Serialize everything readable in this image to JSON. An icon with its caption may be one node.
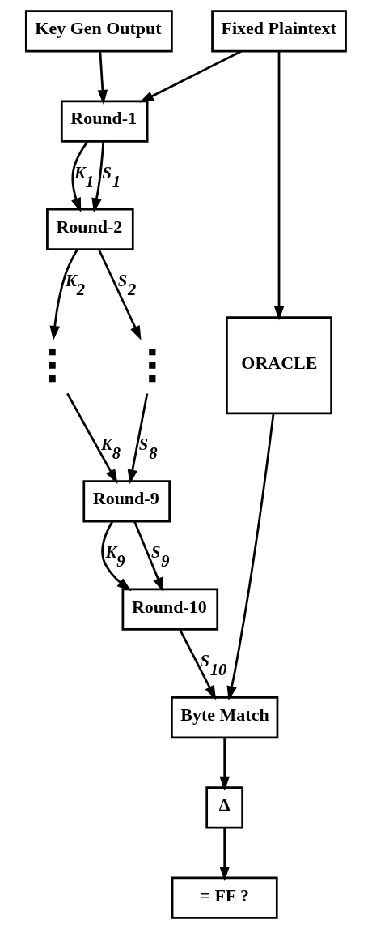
{
  "diagram": {
    "nodes": [
      {
        "text": [
          "Key Gen Output"
        ]
      },
      {
        "text": [
          "Fixed Plaintext"
        ]
      },
      {
        "text": [
          "Round-1"
        ]
      },
      {
        "text": [
          "Round-2"
        ]
      },
      {
        "text": [],
        "shape": "dots"
      },
      {
        "text": [],
        "shape": "dots"
      },
      {
        "text": [
          "ORACLE"
        ]
      },
      {
        "text": [
          "Round-9"
        ]
      },
      {
        "text": [
          "Round-10"
        ]
      },
      {
        "text": [
          "Byte Match"
        ]
      },
      {
        "text": [
          "Δ"
        ]
      },
      {
        "text": [
          "= FF ?"
        ]
      }
    ],
    "edges": [
      {
        "from": 0,
        "to": 2,
        "arrow": "to"
      },
      {
        "from": 1,
        "to": 2,
        "arrow": "to"
      },
      {
        "from": 1,
        "to": 6,
        "arrow": "to"
      },
      {
        "from": 2,
        "to": 3,
        "arrow": "to",
        "label": "K$_{1}$"
      },
      {
        "from": 2,
        "to": 3,
        "arrow": "to",
        "label": "S$_{1}$"
      },
      {
        "from": 3,
        "to": 4,
        "arrow": "to",
        "label": "K$_{2}$"
      },
      {
        "from": 3,
        "to": 5,
        "arrow": "to",
        "label": "S$_{2}$"
      },
      {
        "from": 4,
        "to": 7,
        "arrow": "to",
        "label": "K$_{8}$"
      },
      {
        "from": 5,
        "to": 7,
        "arrow": "to",
        "label": "S$_{8}$"
      },
      {
        "from": 7,
        "to": 8,
        "arrow": "to",
        "label": "K$_{9}$"
      },
      {
        "from": 7,
        "to": 8,
        "arrow": "to",
        "label": "S$_{9}$"
      },
      {
        "from": 8,
        "to": 9,
        "arrow": "to",
        "label": "S$_{10}$"
      },
      {
        "from": 6,
        "to": 9,
        "arrow": "to"
      },
      {
        "from": 9,
        "to": 10,
        "arrow": "to"
      },
      {
        "from": 10,
        "to": 11,
        "arrow": "to"
      }
    ]
  }
}
